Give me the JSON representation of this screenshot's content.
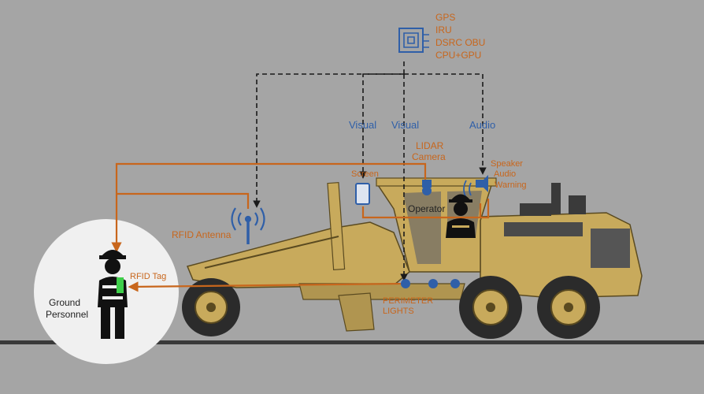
{
  "processor": {
    "items": [
      "GPS",
      "IRU",
      "DSRC OBU",
      "CPU+GPU"
    ]
  },
  "channels": {
    "visual_1": "Visual",
    "visual_2": "Visual",
    "audio": "Audio"
  },
  "components": {
    "lidar_line1": "LIDAR",
    "lidar_line2": "Camera",
    "screen": "Screen",
    "speaker_line1": "Speaker",
    "speaker_line2": "Audio",
    "speaker_line3": "Warning",
    "operator": "Operator",
    "rfid_antenna": "RFID Antenna",
    "rfid_tag": "RFID Tag",
    "perimeter_line1": "PERIMETER",
    "perimeter_line2": "LIGHTS",
    "ground_line1": "Ground",
    "ground_line2": "Personnel"
  },
  "colors": {
    "background": "#a5a5a5",
    "signal_orange": "#c8661c",
    "label_blue": "#2f5fa8",
    "machine_yellow": "#c8aa5c",
    "dashed_line": "#1a1a1a"
  },
  "icons": {
    "processor": "chip-icon",
    "antenna": "antenna-icon",
    "operator": "operator-icon",
    "ground_personnel": "worker-icon",
    "screen": "screen-icon",
    "camera": "camera-icon",
    "speaker": "speaker-icon",
    "lights": "light-icon"
  }
}
